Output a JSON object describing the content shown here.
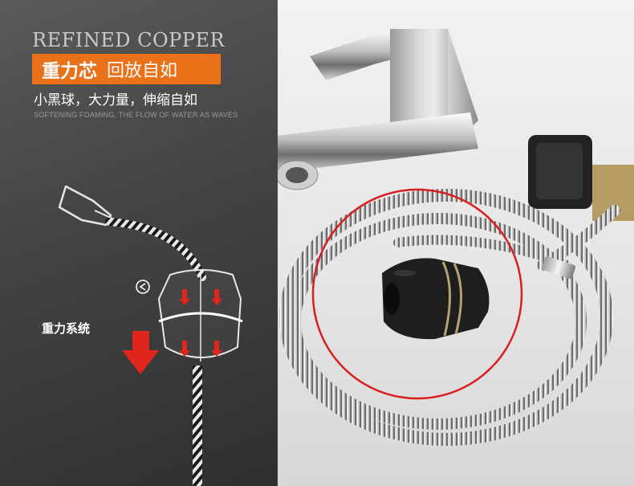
{
  "header": {
    "brand_title": "REFINED COPPER",
    "banner_strong": "重力芯",
    "banner_light": "回放自如",
    "tagline_cn": "小黑球，大力量，伸缩自如",
    "tagline_en": "SOFTENING FOAMING, THE FLOW OF WATER AS WAVES"
  },
  "diagram": {
    "label": "重力系统"
  },
  "colors": {
    "accent_orange": "#e8711a",
    "arrow_red": "#e0261c",
    "highlight_circle": "#d81e1e",
    "panel_dark": "#3c3c3c",
    "panel_light": "#e6e6e6"
  },
  "icons": {
    "direction_indicator": "arrow-circle-left-icon",
    "big_arrow": "arrow-down-icon"
  }
}
